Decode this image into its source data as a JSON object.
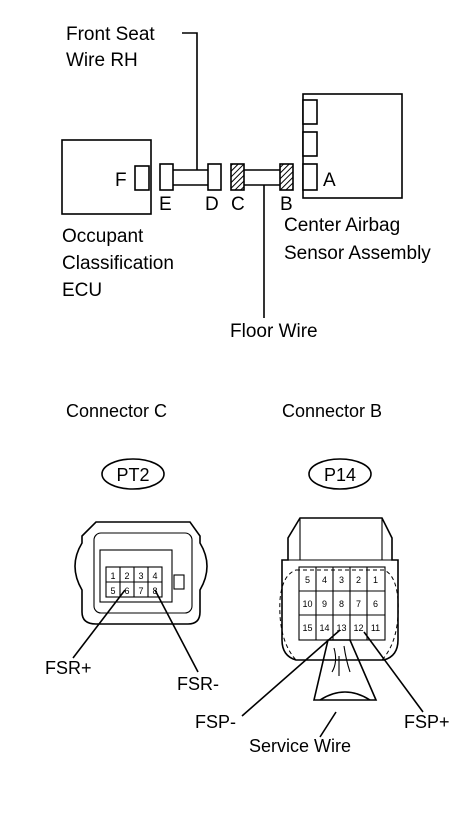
{
  "top": {
    "front_seat_wire_line1": "Front Seat",
    "front_seat_wire_line2": "Wire RH",
    "ecu_line1": "Occupant",
    "ecu_line2": "Classification",
    "ecu_line3": "ECU",
    "sensor_line1": "Center Airbag",
    "sensor_line2": "Sensor Assembly",
    "floor_wire": "Floor Wire",
    "connector_letters": {
      "F": "F",
      "E": "E",
      "D": "D",
      "C": "C",
      "B": "B",
      "A": "A"
    }
  },
  "connector_c": {
    "title": "Connector C",
    "code": "PT2",
    "pins_top": [
      "1",
      "2",
      "3",
      "4"
    ],
    "pins_bottom": [
      "5",
      "6",
      "7",
      "8"
    ],
    "labels": {
      "plus": "FSR+",
      "minus": "FSR-"
    }
  },
  "connector_b": {
    "title": "Connector B",
    "code": "P14",
    "row1": [
      "5",
      "4",
      "3",
      "2",
      "1"
    ],
    "row2": [
      "10",
      "9",
      "8",
      "7",
      "6"
    ],
    "row3": [
      "15",
      "14",
      "13",
      "12",
      "11"
    ],
    "labels": {
      "minus": "FSP-",
      "plus": "FSP+",
      "service": "Service Wire"
    }
  }
}
